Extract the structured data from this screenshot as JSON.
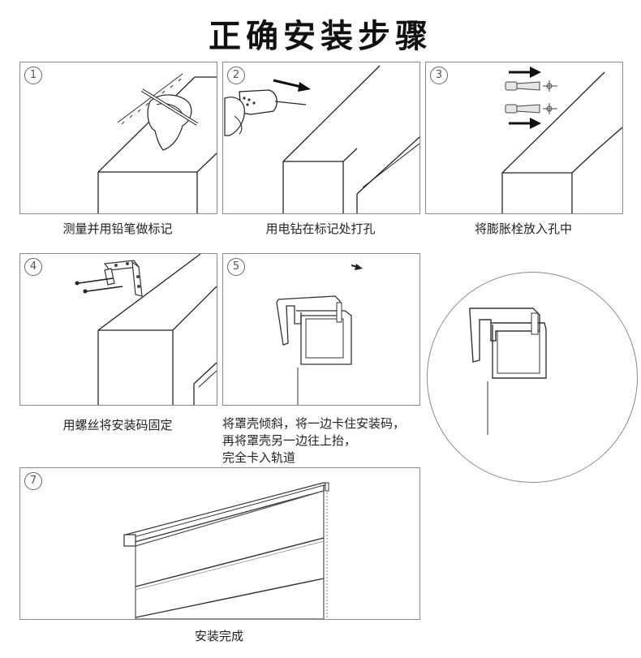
{
  "title": "正确安装步骤",
  "steps": [
    {
      "num": "1",
      "caption": "测量并用铅笔做标记"
    },
    {
      "num": "2",
      "caption": "用电钻在标记处打孔"
    },
    {
      "num": "3",
      "caption": "将膨胀栓放入孔中"
    },
    {
      "num": "4",
      "caption": "用螺丝将安装码固定"
    },
    {
      "num": "5",
      "caption_lines": [
        "将罩壳倾斜，将一边卡住安装码，",
        "再将罩壳另一边往上抬，",
        "完全卡入轨道"
      ]
    },
    {
      "num": "7",
      "caption": "安装完成"
    }
  ]
}
